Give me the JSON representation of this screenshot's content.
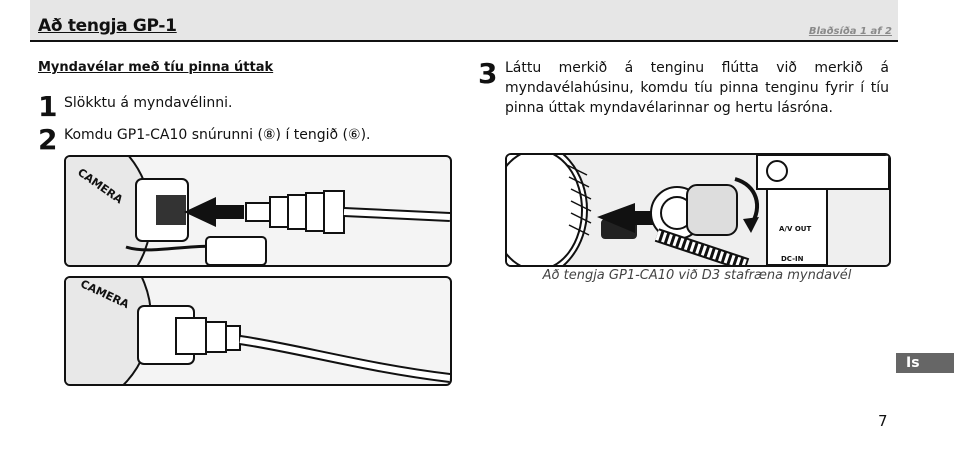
{
  "header": {
    "title": "Að tengja GP-1",
    "page_of": "Blaðsíða 1 af 2"
  },
  "section_title": "Myndavélar með tíu pinna úttak",
  "steps": [
    {
      "number": "1",
      "text": "Slökktu á myndavélinni."
    },
    {
      "number": "2",
      "text": "Komdu GP1-CA10 snúrunni (⑧) í tengið (⑥)."
    },
    {
      "number": "3",
      "text": "Láttu merkið á tenginu flútta við merkið á myndavélahúsinu, komdu tíu pinna tenginu fyrir í tíu pinna úttak myndavélarinnar og hertu lásróna."
    }
  ],
  "figures": {
    "camera_label": "CAMERA",
    "av_label": "A/V OUT",
    "dc_label": "DC-IN",
    "caption": "Að tengja GP1-CA10 við D3 stafræna myndavél"
  },
  "language_tab": "Is",
  "page_number": "7"
}
